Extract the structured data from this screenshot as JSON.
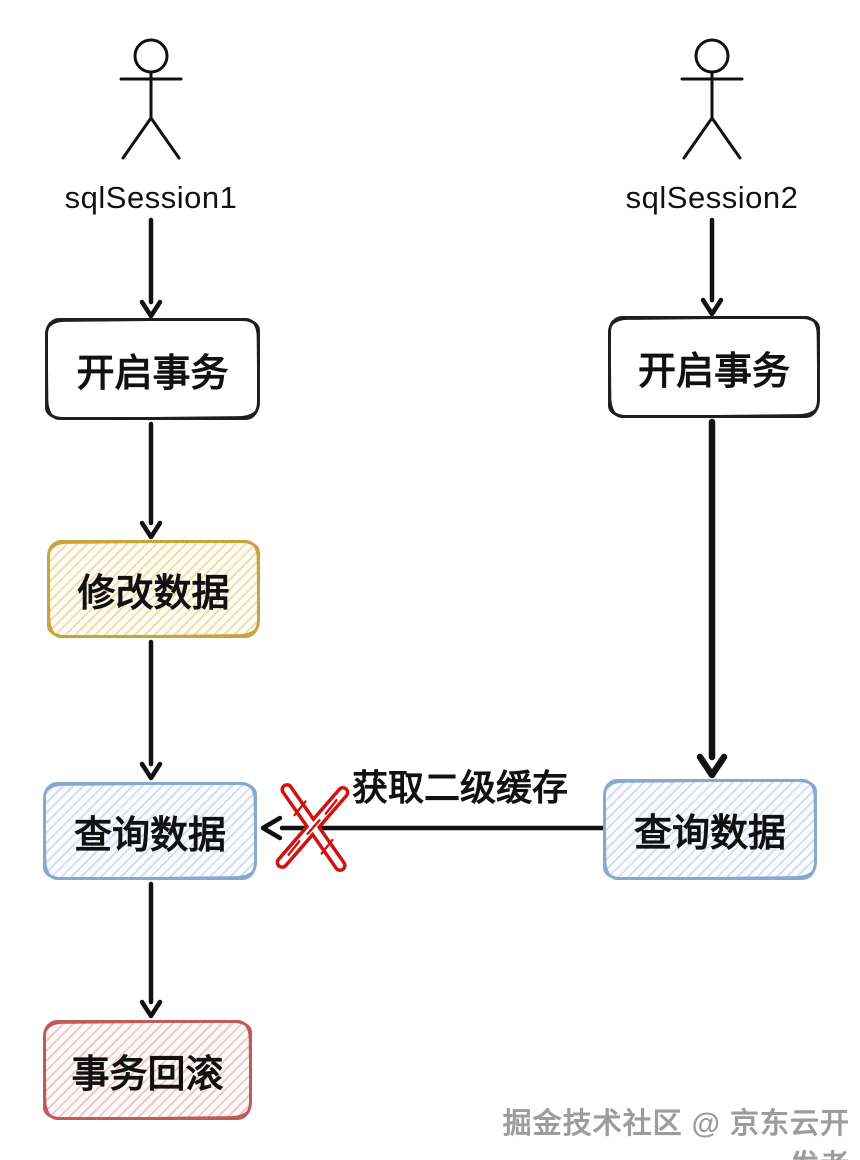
{
  "diagram": {
    "left_flow": {
      "actor_label": "sqlSession1",
      "steps": {
        "start": "开启事务",
        "modify": "修改数据",
        "query": "查询数据",
        "rollback": "事务回滚"
      }
    },
    "right_flow": {
      "actor_label": "sqlSession2",
      "steps": {
        "start": "开启事务",
        "query": "查询数据"
      }
    },
    "cache_edge": {
      "label": "获取二级缓存",
      "blocked": true,
      "blocked_marker": "x-mark"
    },
    "icons": {
      "actor": "stick-figure",
      "blocked": "red-cross-x"
    }
  },
  "watermark": "掘金技术社区 @ 京东云开发者",
  "colors": {
    "node_black_border": "#1f1f1f",
    "node_yellow_border": "#c9a43c",
    "node_blue_border": "#8aa8cf",
    "node_red_border": "#c15b5b",
    "blocked_x": "#cf1212",
    "arrow": "#111111",
    "watermark_gray": "#949494",
    "background": "#ffffff"
  }
}
